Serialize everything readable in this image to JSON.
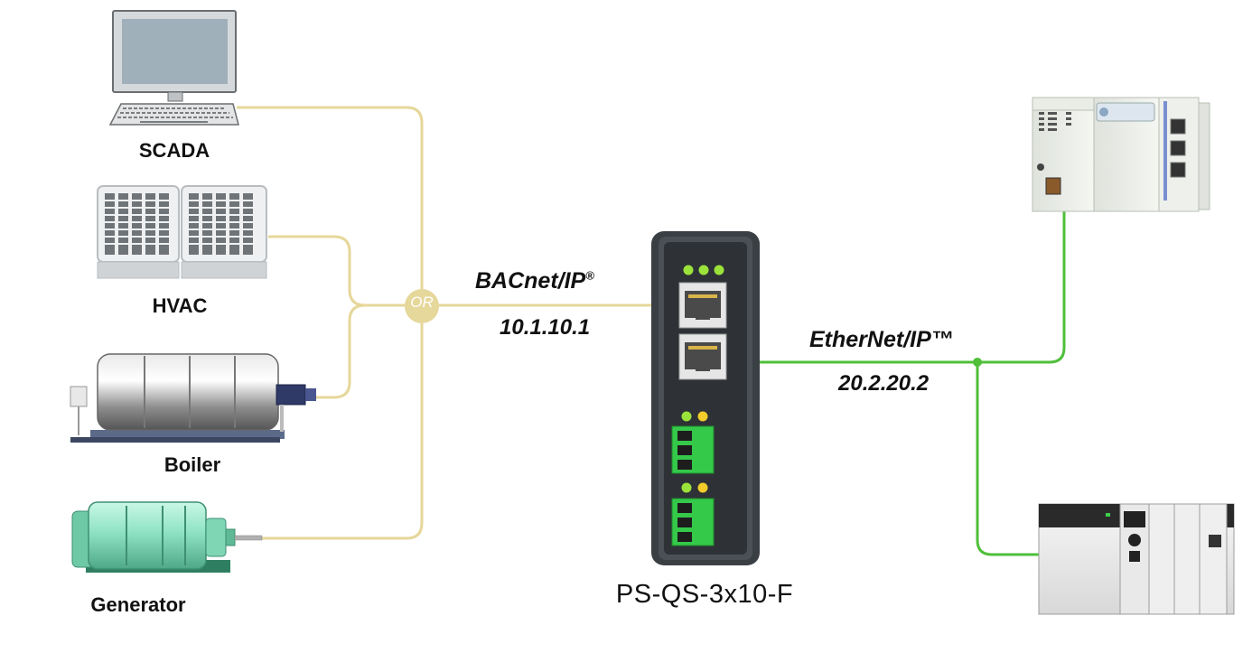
{
  "devices": {
    "scada": "SCADA",
    "hvac": "HVAC",
    "boiler": "Boiler",
    "generator": "Generator"
  },
  "junction_label": "OR",
  "bacnet": {
    "protocol": "BACnet/IP",
    "mark": "®",
    "address": "10.1.10.1"
  },
  "ethernet": {
    "protocol": "EtherNet/IP™",
    "address": "20.2.20.2"
  },
  "gateway": {
    "name": "PS-QS-3x10-F"
  },
  "colors": {
    "bacnet_line": "#e6d79a",
    "ethernet_line": "#4fbf3a",
    "gateway_body": "#3a3f44",
    "terminal_green": "#35c94a"
  }
}
